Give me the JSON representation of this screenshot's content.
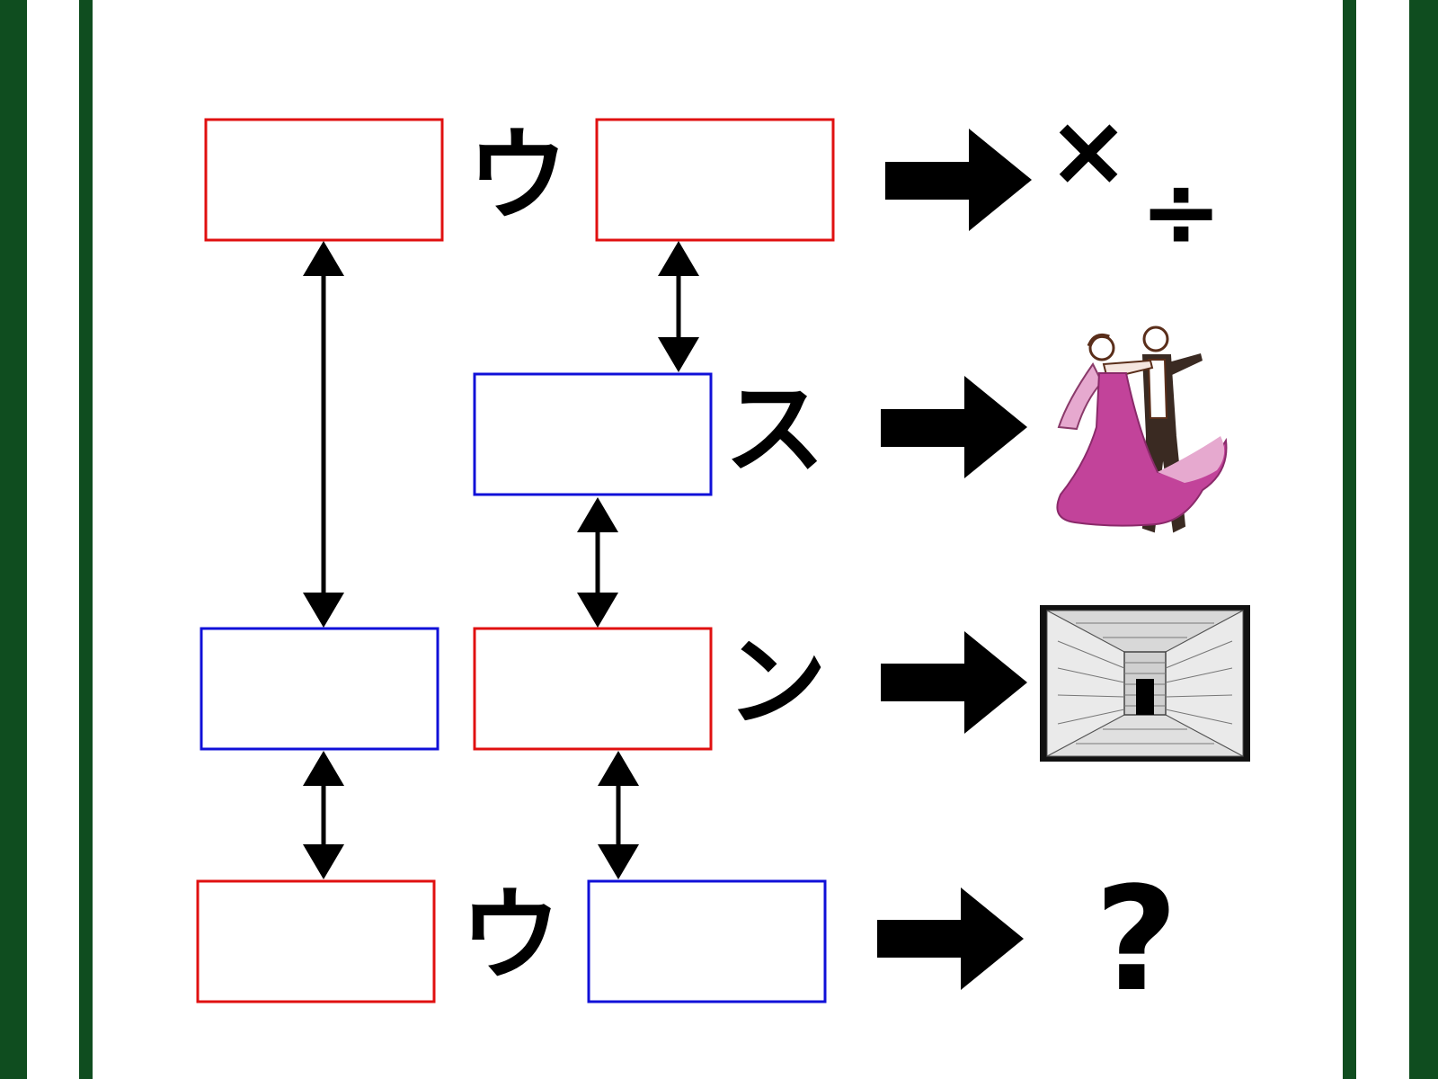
{
  "colors": {
    "frame": "#0f4d1f",
    "box_red": "#e01010",
    "box_blue": "#1010d8",
    "arrow": "#000000",
    "dress": "#c2439a"
  },
  "rows": [
    {
      "connector": "ウ",
      "result_icon": "multiply-divide-icon",
      "result_glyphs": {
        "times": "×",
        "divide": "÷"
      }
    },
    {
      "connector": "ス",
      "result_icon": "ballroom-dancers-icon"
    },
    {
      "connector": "ン",
      "result_icon": "brick-tunnel-icon"
    },
    {
      "connector": "ウ",
      "result_icon": "question-mark-icon",
      "result_text": "?"
    }
  ],
  "boxes": [
    {
      "id": "r1-left",
      "color": "red"
    },
    {
      "id": "r1-right",
      "color": "red"
    },
    {
      "id": "r2-mid",
      "color": "blue"
    },
    {
      "id": "r3-left",
      "color": "blue"
    },
    {
      "id": "r3-mid",
      "color": "red"
    },
    {
      "id": "r4-left",
      "color": "red"
    },
    {
      "id": "r4-right",
      "color": "blue"
    }
  ]
}
